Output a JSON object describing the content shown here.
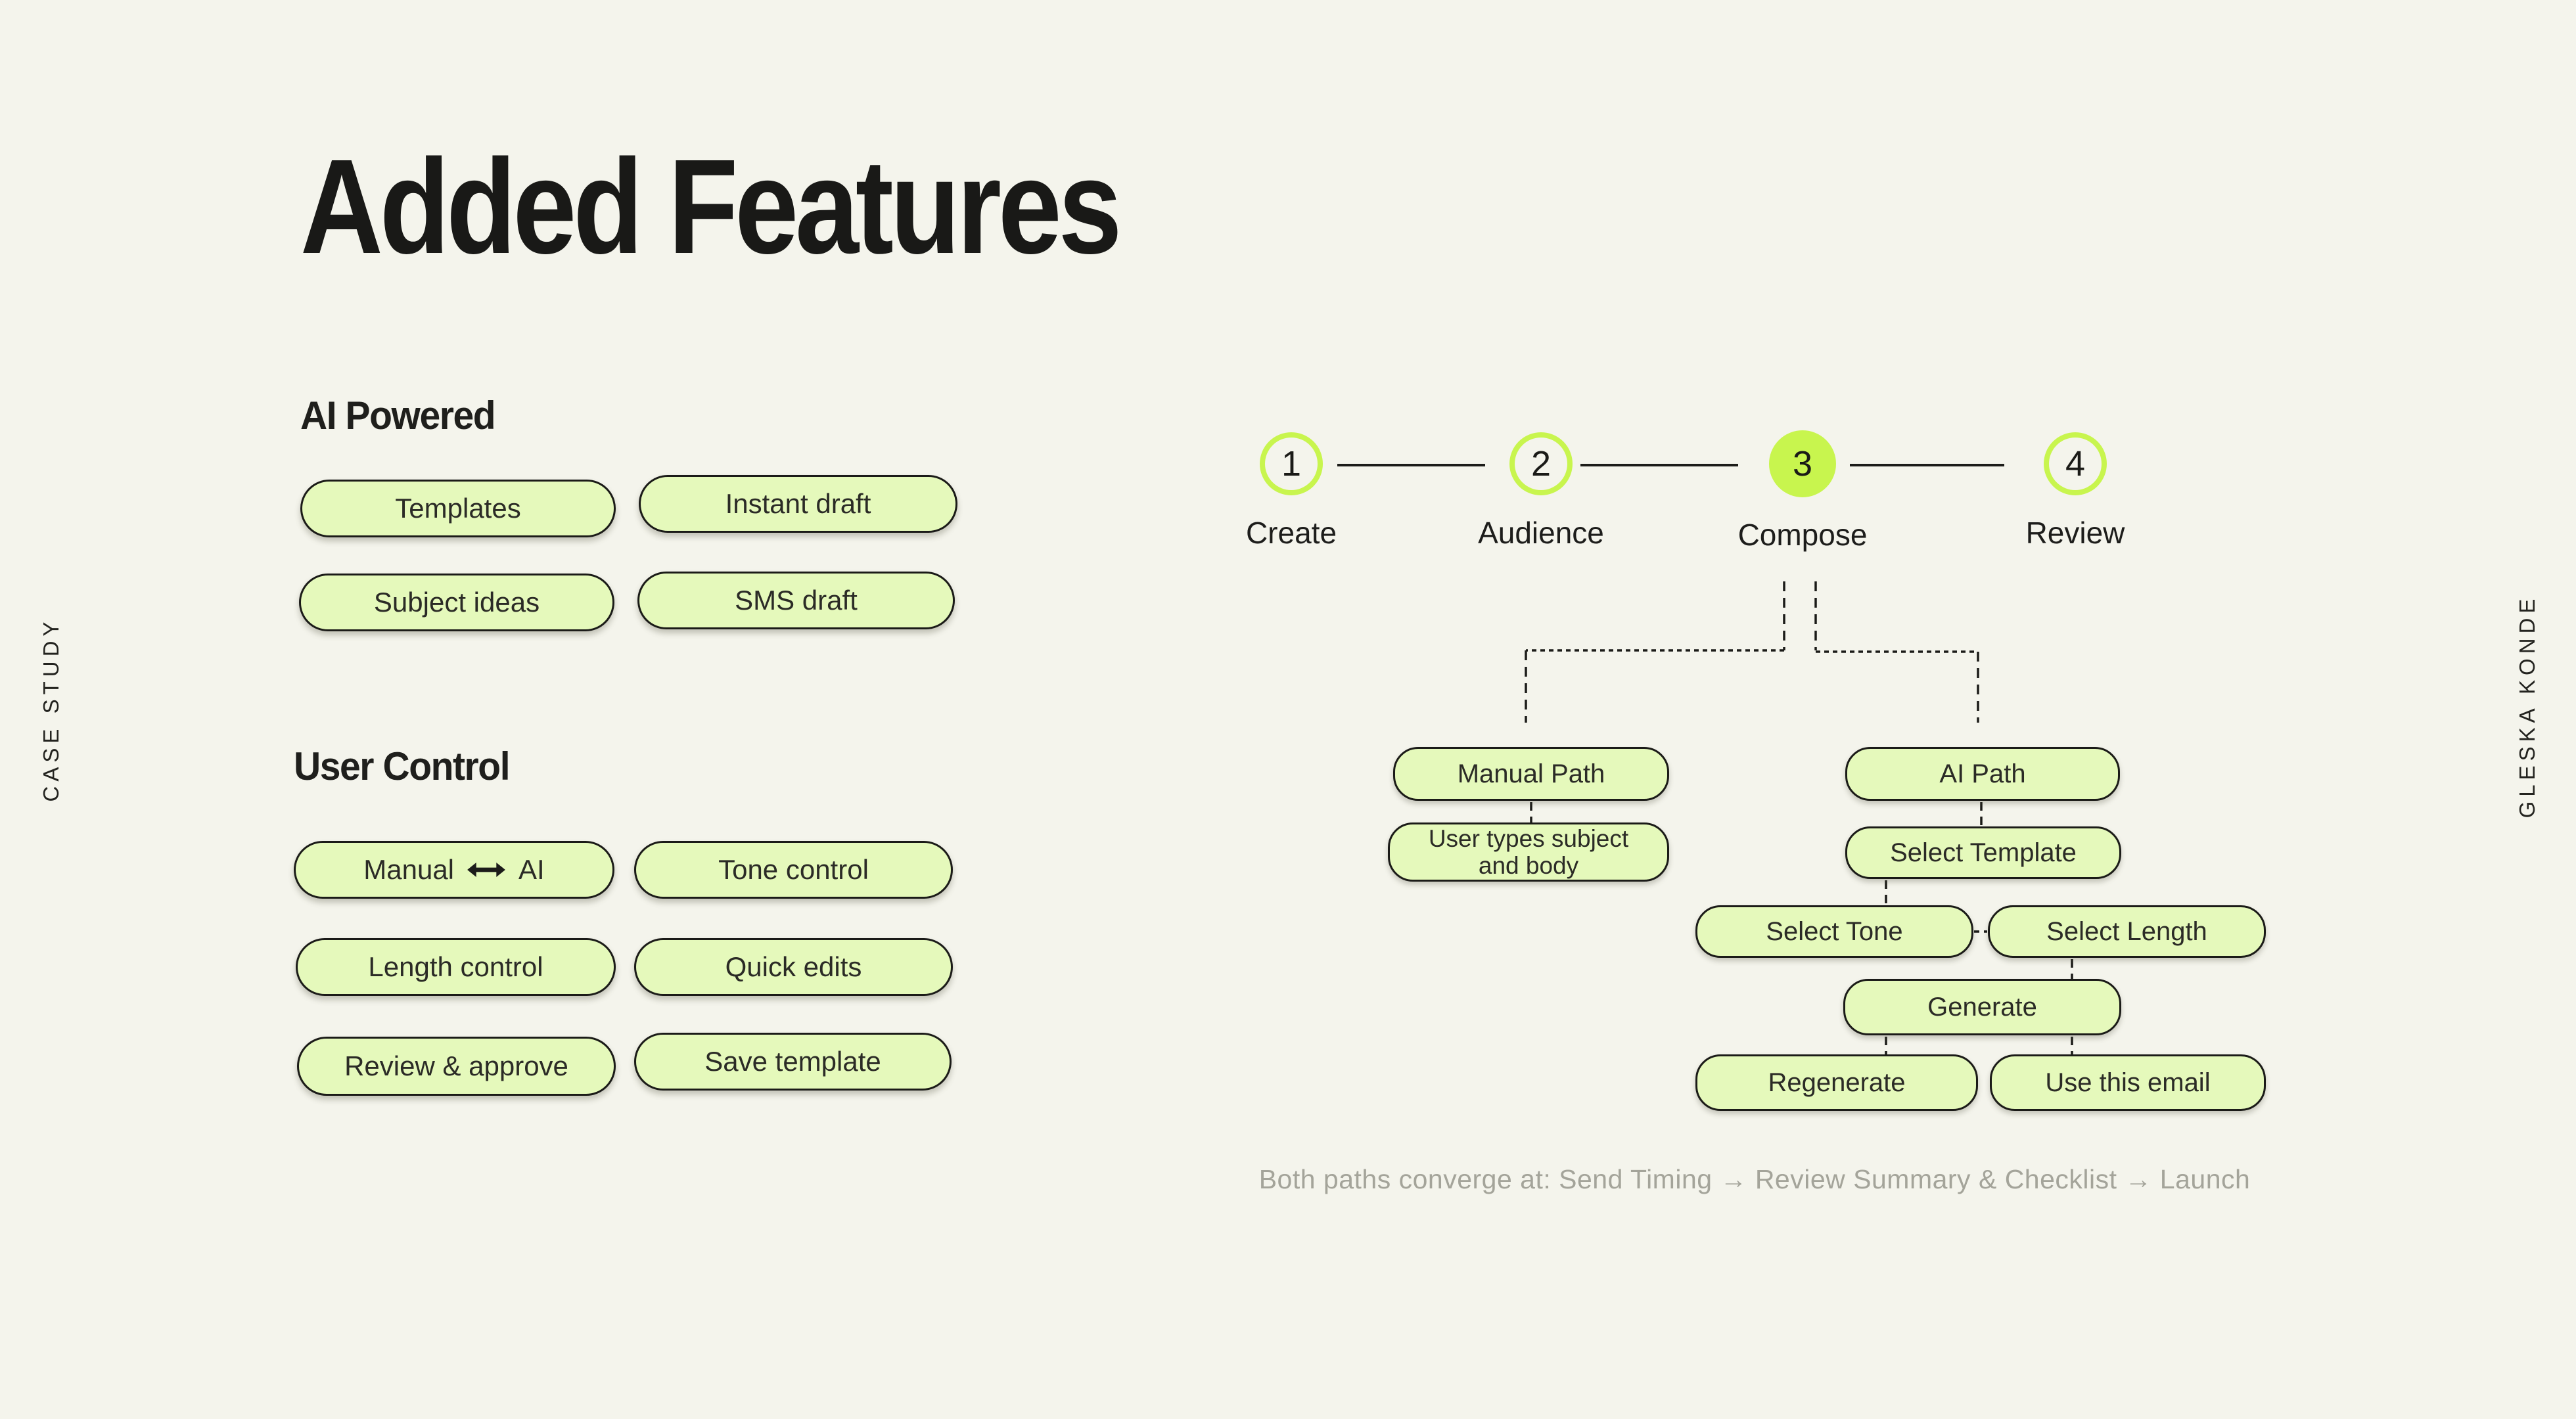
{
  "colors": {
    "background": "#F4F4EC",
    "accent_lime": "#C8F54E",
    "pill_fill": "#E5F9BB",
    "ink": "#1C1C1A",
    "muted_gray": "#A4A49A"
  },
  "side_labels": {
    "left": "CASE STUDY",
    "right": "GLESKA KONDE"
  },
  "title": "Added Features",
  "ai_powered": {
    "heading": "AI Powered",
    "pills": [
      "Templates",
      "Instant draft",
      "Subject ideas",
      "SMS draft"
    ]
  },
  "user_control": {
    "heading": "User Control",
    "manual_ai": {
      "left": "Manual",
      "right": "AI",
      "icon": "left-right-arrow"
    },
    "pills": [
      "Tone control",
      "Length control",
      "Quick edits",
      "Review & approve",
      "Save template"
    ]
  },
  "stepper": {
    "active_step": "3",
    "steps": [
      {
        "num": "1",
        "label": "Create"
      },
      {
        "num": "2",
        "label": "Audience"
      },
      {
        "num": "3",
        "label": "Compose"
      },
      {
        "num": "4",
        "label": "Review"
      }
    ]
  },
  "flow": {
    "manual_path": "Manual Path",
    "ai_path": "AI Path",
    "user_types_line1": "User types subject",
    "user_types_line2": "and body",
    "select_template": "Select Template",
    "select_tone": "Select Tone",
    "select_length": "Select Length",
    "generate": "Generate",
    "regenerate": "Regenerate",
    "use_this_email": "Use this email"
  },
  "caption": "Both paths converge at: Send Timing → Review Summary & Checklist → Launch"
}
